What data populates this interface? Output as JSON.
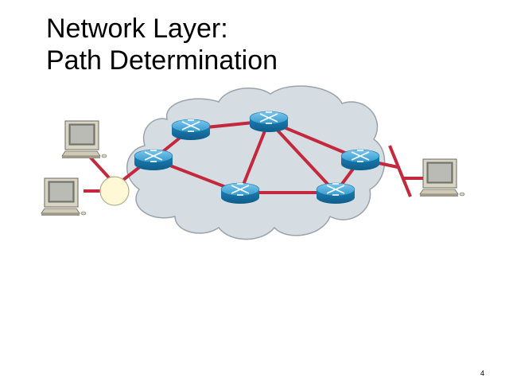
{
  "slide": {
    "title_line1": "Network Layer:",
    "title_line2": "Path Determination",
    "number": "4"
  },
  "colors": {
    "link": "#c4283c",
    "cloud_fill": "#d6dde2",
    "cloud_stroke": "#9aa3a9",
    "router_blue": "#1f86bd",
    "hub_fill": "#fff8d6",
    "computer_beige": "#d9d5c4"
  },
  "diagram": {
    "cloud_label": "",
    "routers": [
      "router-top-left",
      "router-top",
      "router-left",
      "router-bottom-left",
      "router-right",
      "router-bottom-right"
    ],
    "hosts": [
      "computer-top-left",
      "computer-bottom-left",
      "computer-right"
    ],
    "hub": "hub",
    "segment": "ethernet-segment"
  }
}
